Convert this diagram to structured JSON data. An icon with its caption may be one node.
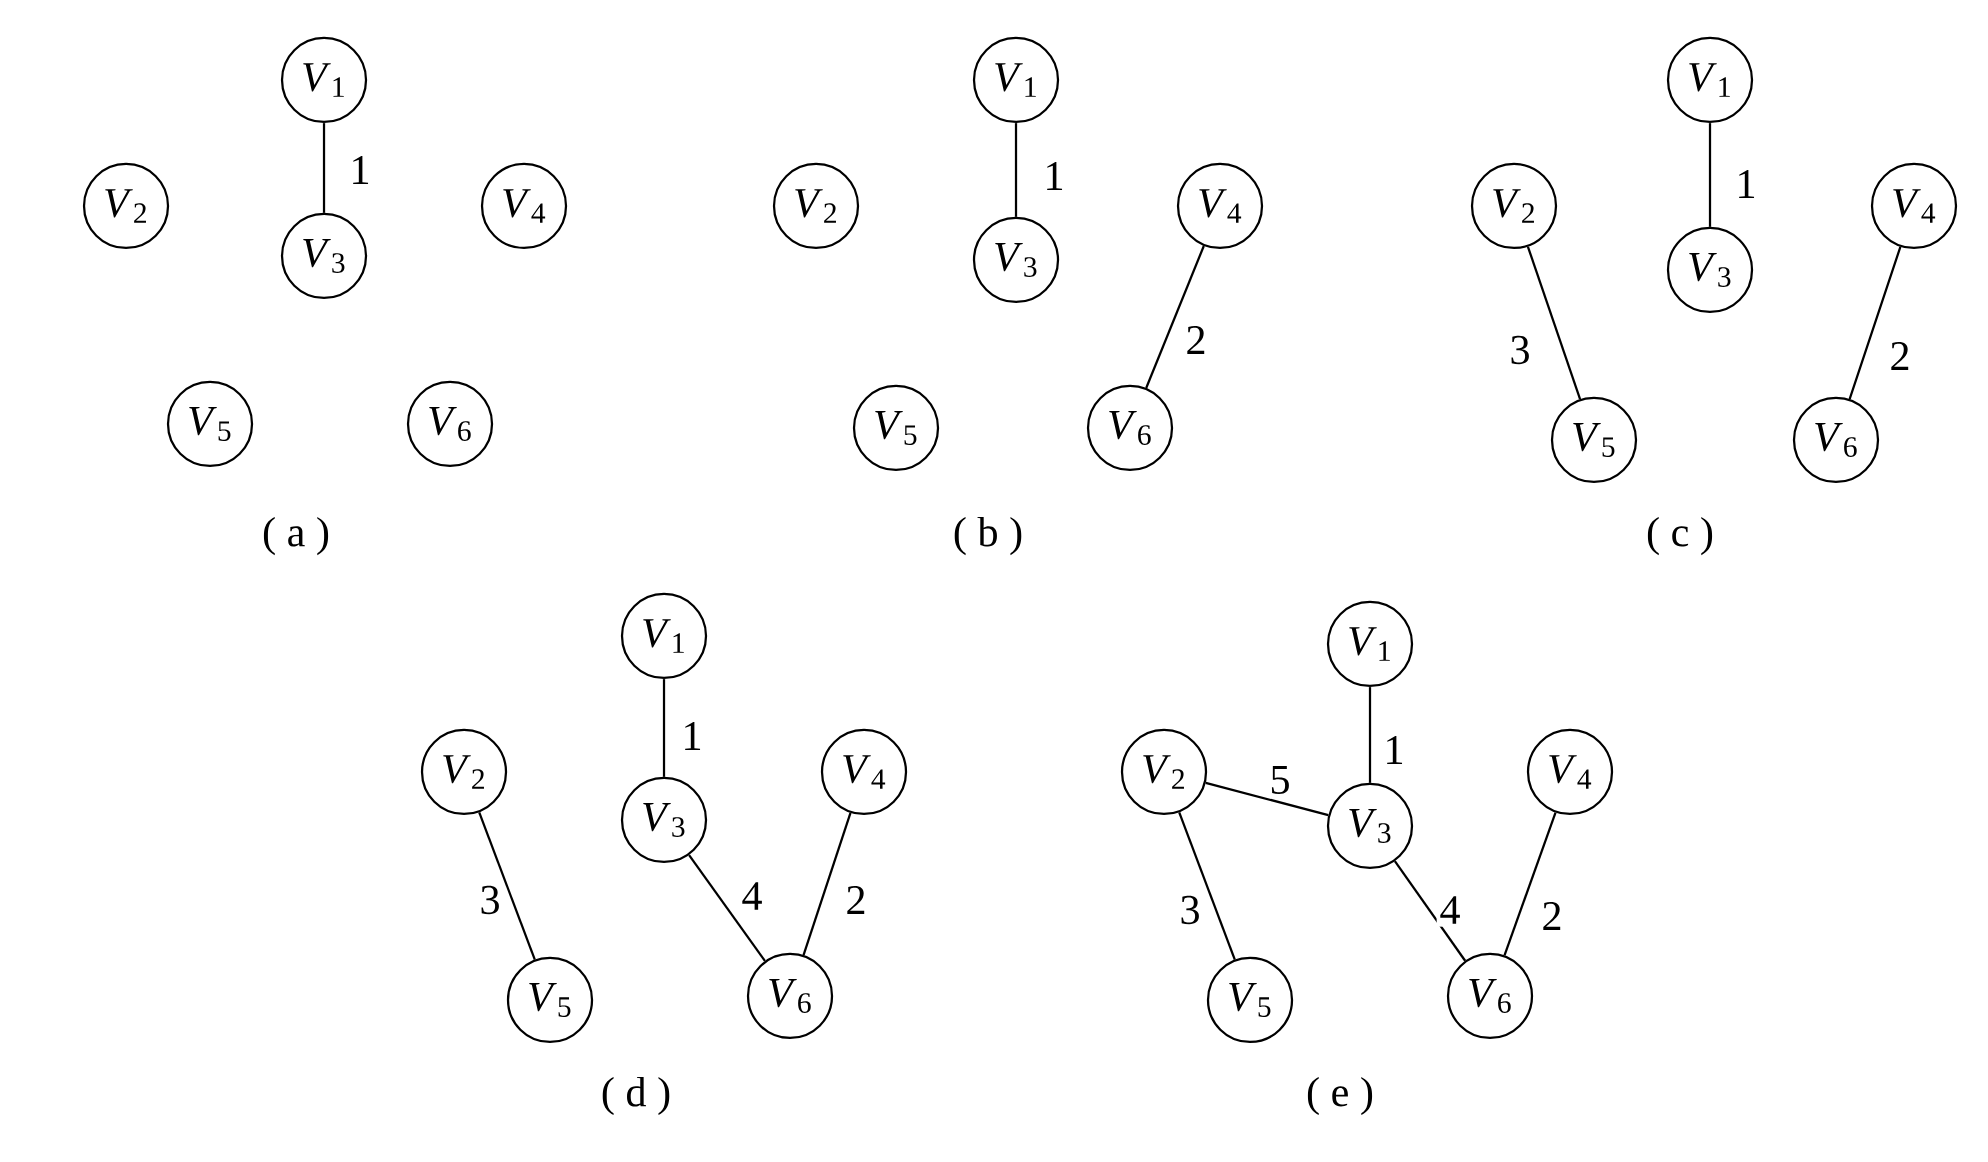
{
  "diagram": {
    "nodes": [
      {
        "text": [
          "*V*$_{1}$"
        ]
      },
      {
        "text": [
          "*V*$_{2}$"
        ]
      },
      {
        "text": [
          "*V*$_{3}$"
        ]
      },
      {
        "text": [
          "*V*$_{4}$"
        ]
      },
      {
        "text": [
          "*V*$_{5}$"
        ]
      },
      {
        "text": [
          "*V*$_{6}$"
        ]
      },
      {
        "text": [
          "*V*$_{1}$"
        ]
      },
      {
        "text": [
          "*V*$_{2}$"
        ]
      },
      {
        "text": [
          "*V*$_{3}$"
        ]
      },
      {
        "text": [
          "*V*$_{4}$"
        ]
      },
      {
        "text": [
          "*V*$_{5}$"
        ]
      },
      {
        "text": [
          "*V*$_{6}$"
        ]
      },
      {
        "text": [
          "*V*$_{1}$"
        ]
      },
      {
        "text": [
          "*V*$_{2}$"
        ]
      },
      {
        "text": [
          "*V*$_{3}$"
        ]
      },
      {
        "text": [
          "*V*$_{4}$"
        ]
      },
      {
        "text": [
          "*V*$_{5}$"
        ]
      },
      {
        "text": [
          "*V*$_{6}$"
        ]
      },
      {
        "text": [
          "*V*$_{1}$"
        ]
      },
      {
        "text": [
          "*V*$_{2}$"
        ]
      },
      {
        "text": [
          "*V*$_{3}$"
        ]
      },
      {
        "text": [
          "*V*$_{4}$"
        ]
      },
      {
        "text": [
          "*V*$_{5}$"
        ]
      },
      {
        "text": [
          "*V*$_{6}$"
        ]
      },
      {
        "text": [
          "*V*$_{1}$"
        ]
      },
      {
        "text": [
          "*V*$_{2}$"
        ]
      },
      {
        "text": [
          "*V*$_{3}$"
        ]
      },
      {
        "text": [
          "*V*$_{4}$"
        ]
      },
      {
        "text": [
          "*V*$_{5}$"
        ]
      },
      {
        "text": [
          "*V*$_{6}$"
        ]
      }
    ],
    "edges": [
      {
        "from": 0,
        "to": 2,
        "arrow": "none",
        "label": "1"
      },
      {
        "from": 6,
        "to": 8,
        "arrow": "none",
        "label": "1"
      },
      {
        "from": 9,
        "to": 11,
        "arrow": "none",
        "label": "2"
      },
      {
        "from": 12,
        "to": 14,
        "arrow": "none",
        "label": "1"
      },
      {
        "from": 15,
        "to": 17,
        "arrow": "none",
        "label": "2"
      },
      {
        "from": 13,
        "to": 16,
        "arrow": "none",
        "label": "3"
      },
      {
        "from": 18,
        "to": 20,
        "arrow": "none",
        "label": "1"
      },
      {
        "from": 19,
        "to": 22,
        "arrow": "none",
        "label": "3"
      },
      {
        "from": 20,
        "to": 23,
        "arrow": "none",
        "label": "4"
      },
      {
        "from": 21,
        "to": 23,
        "arrow": "none",
        "label": "2"
      },
      {
        "from": 24,
        "to": 26,
        "arrow": "none",
        "label": "1"
      },
      {
        "from": 25,
        "to": 26,
        "arrow": "none",
        "label": "5"
      },
      {
        "from": 25,
        "to": 28,
        "arrow": "none",
        "label": "3"
      },
      {
        "from": 26,
        "to": 29,
        "arrow": "none",
        "label": "4"
      },
      {
        "from": 27,
        "to": 29,
        "arrow": "none",
        "label": "2"
      }
    ],
    "labels": [
      "( a )",
      "( b )",
      "( c )",
      "( d )",
      "( e )"
    ]
  }
}
